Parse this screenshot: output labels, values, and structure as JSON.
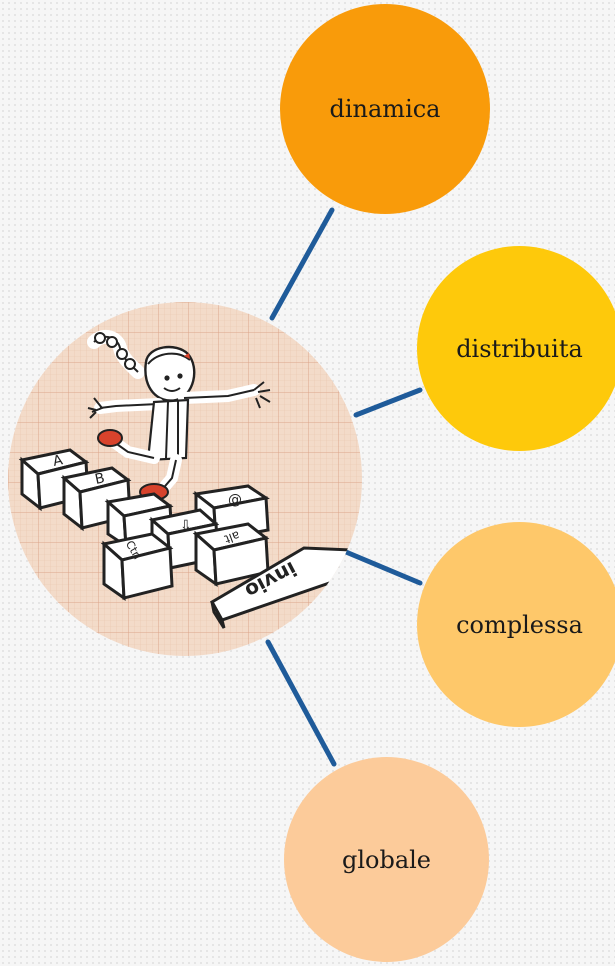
{
  "diagram": {
    "nodes": [
      {
        "id": "dinamica",
        "label": "dinamica",
        "color": "#f99b0a"
      },
      {
        "id": "distribuita",
        "label": "distribuita",
        "color": "#fec90b"
      },
      {
        "id": "complessa",
        "label": "complessa",
        "color": "#fec86a"
      },
      {
        "id": "globale",
        "label": "globale",
        "color": "#fccb9a"
      }
    ],
    "center": {
      "illustration": "girl-hopping-on-keyboard-keys",
      "key_labels": [
        "A",
        "B",
        "@",
        "⇩",
        "Ctrl",
        "alt",
        "invio"
      ]
    },
    "connector_color": "#1f5b9a"
  }
}
